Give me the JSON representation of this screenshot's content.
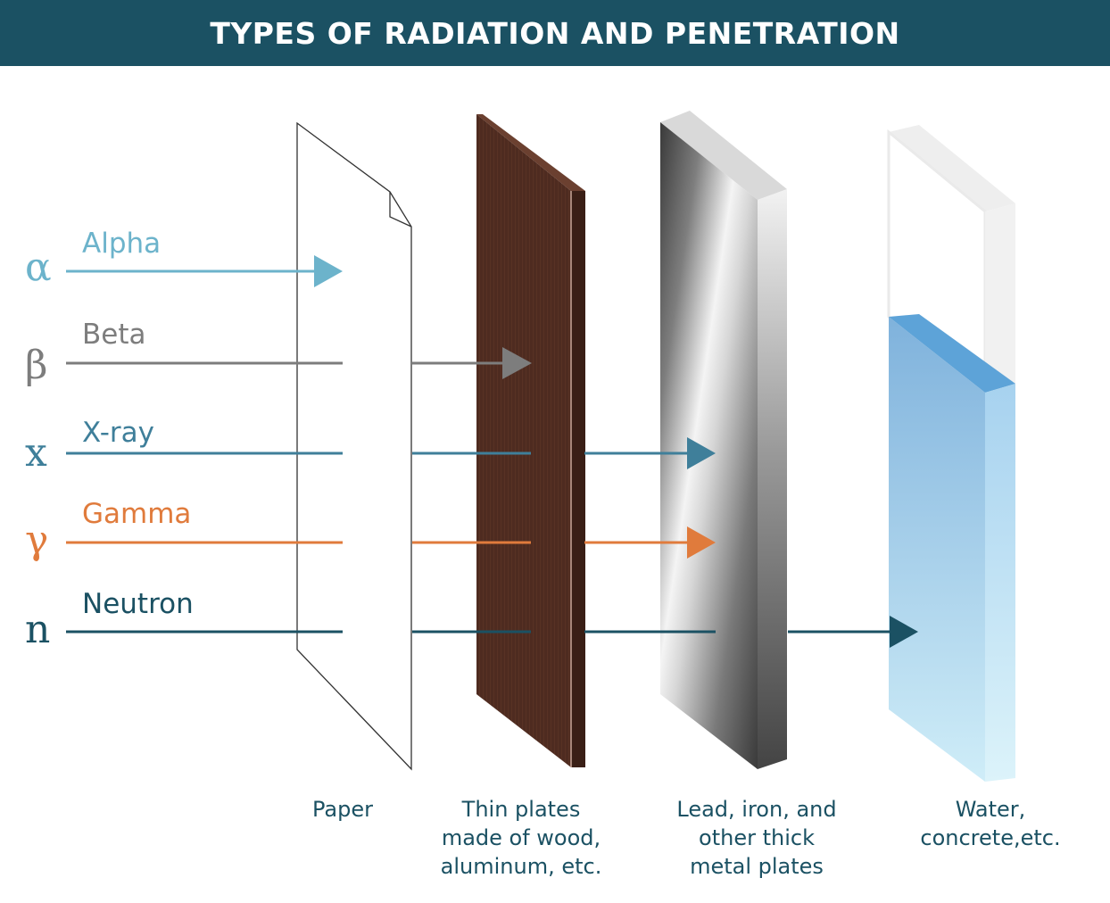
{
  "title": "TYPES OF RADIATION AND PENETRATION",
  "colors": {
    "header": "#1b5163",
    "alpha": "#6cb3cb",
    "beta": "#7d7d7d",
    "xray": "#3f7f9a",
    "gamma": "#e07b3c",
    "neutron": "#1b5163",
    "wood": "#4e2b20",
    "water": "#8fc3e6"
  },
  "radiations": [
    {
      "id": "alpha",
      "symbol": "α",
      "name": "Alpha",
      "stops_at": "Paper"
    },
    {
      "id": "beta",
      "symbol": "β",
      "name": "Beta",
      "stops_at": "Thin plates made of wood, aluminum, etc."
    },
    {
      "id": "xray",
      "symbol": "x",
      "name": "X-ray",
      "stops_at": "Lead, iron, and other thick metal plates"
    },
    {
      "id": "gamma",
      "symbol": "γ",
      "name": "Gamma",
      "stops_at": "Lead, iron, and other thick metal plates"
    },
    {
      "id": "neutron",
      "symbol": "n",
      "name": "Neutron",
      "stops_at": "Water, concrete,etc."
    }
  ],
  "barriers": [
    {
      "id": "paper",
      "caption_lines": [
        "Paper"
      ]
    },
    {
      "id": "wood",
      "caption_lines": [
        "Thin plates",
        "made of wood,",
        "aluminum, etc."
      ]
    },
    {
      "id": "metal",
      "caption_lines": [
        "Lead, iron, and",
        "other thick",
        "metal plates"
      ]
    },
    {
      "id": "water",
      "caption_lines": [
        "Water,",
        "concrete,etc."
      ]
    }
  ]
}
